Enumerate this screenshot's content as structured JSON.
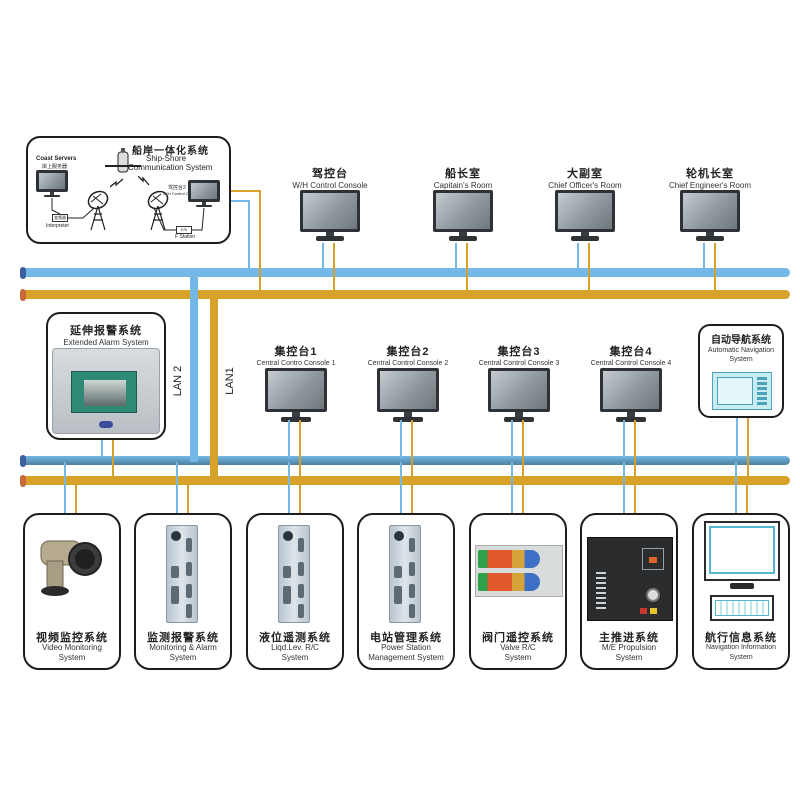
{
  "colors": {
    "lan1": "#d8a229",
    "lan2": "#74b8e8",
    "outline": "#1d1d1d"
  },
  "ship_shore": {
    "title_cn": "船岸一体化系统",
    "title_en_1": "Ship-Shore",
    "title_en_2": "Communication System",
    "coast_servers_en": "Coast Servers",
    "coast_servers_cn": "岸上服务器",
    "interpreter_box": "变频器",
    "interpreter_label": "Interpreter",
    "console_cn": "驾控台2",
    "console_en": "W/H Control Console 2",
    "station_box": "F/S",
    "station_label": "F Station"
  },
  "top_row": [
    {
      "cn": "驾控台",
      "en": "W/H Control Console"
    },
    {
      "cn": "船长室",
      "en": "Capitain's Room"
    },
    {
      "cn": "大副室",
      "en": "Chief Officer's Room"
    },
    {
      "cn": "轮机长室",
      "en": "Chief Engineer's Room"
    }
  ],
  "lan_labels": {
    "lan2": "LAN 2",
    "lan1": "LAN1"
  },
  "extended_alarm": {
    "cn": "延伸报警系统",
    "en": "Extended Alarm System"
  },
  "middle_row": [
    {
      "cn": "集控台1",
      "en": "Central Contro Console 1"
    },
    {
      "cn": "集控台2",
      "en": "Central Control Console 2"
    },
    {
      "cn": "集控台3",
      "en": "Central Control Console 3"
    },
    {
      "cn": "集控台4",
      "en": "Central Control Console 4"
    }
  ],
  "auto_nav": {
    "cn": "自动导航系统",
    "en_1": "Automatic Navigation",
    "en_2": "System"
  },
  "bottom_row": [
    {
      "cn": "视频监控系统",
      "en_1": "Video Monitoring",
      "en_2": "System",
      "icon": "camera-icon"
    },
    {
      "cn": "监测报警系统",
      "en_1": "Monitoring & Alarm",
      "en_2": "System",
      "icon": "io-module-icon"
    },
    {
      "cn": "液位遥测系统",
      "en_1": "Liqd.Lev. R/C",
      "en_2": "System",
      "icon": "io-module-icon"
    },
    {
      "cn": "电站管理系统",
      "en_1": "Power Station",
      "en_2": "Management System",
      "icon": "io-module-icon"
    },
    {
      "cn": "阀门遥控系统",
      "en_1": "Valve R/C",
      "en_2": "System",
      "icon": "valve-panel-icon"
    },
    {
      "cn": "主推进系统",
      "en_1": "M/E Propulsion",
      "en_2": "System",
      "icon": "propulsion-panel-icon"
    },
    {
      "cn": "航行信息系统",
      "en_1": "Navigation Information",
      "en_2": "System",
      "icon": "nav-terminal-icon"
    }
  ]
}
